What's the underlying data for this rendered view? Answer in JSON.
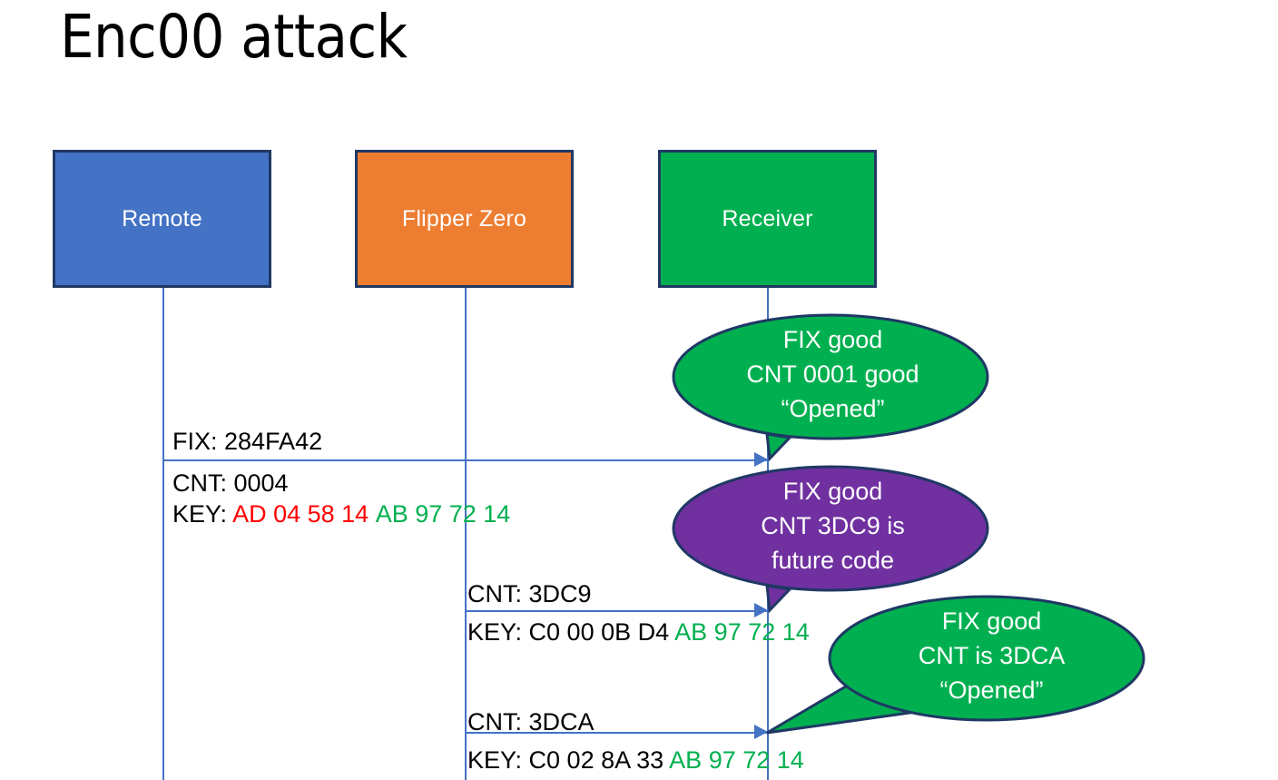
{
  "slide": {
    "title": "Enc00 attack",
    "background": "#ffffff"
  },
  "colors": {
    "remote_blue": "#4472C4",
    "flipper_orange": "#ED7D31",
    "receiver_green": "#00B050",
    "callout_purple": "#7030A0",
    "box_border": "#1F3864",
    "hex_red": "#FF0000",
    "hex_green": "#00B050",
    "lifeline": "#4472C4"
  },
  "actors": [
    {
      "id": "remote",
      "label": "Remote"
    },
    {
      "id": "flipper",
      "label": "Flipper Zero"
    },
    {
      "id": "receiver",
      "label": "Receiver"
    }
  ],
  "messages": [
    {
      "id": "msg1",
      "from": "remote",
      "to": "receiver",
      "fix_label": "FIX: 284FA42",
      "cnt_label": "CNT: 0004",
      "key_prefix": "KEY: ",
      "key_first": "AD 04 58 14",
      "key_second": "AB 97 72 14"
    },
    {
      "id": "msg2",
      "from": "flipper",
      "to": "receiver",
      "cnt_label": "CNT: 3DC9",
      "key_prefix": "KEY: C0 00 0B D4 ",
      "key_second": "AB 97 72 14"
    },
    {
      "id": "msg3",
      "from": "flipper",
      "to": "receiver",
      "cnt_label": "CNT: 3DCA",
      "key_prefix": "KEY: C0 02 8A 33 ",
      "key_second": "AB 97 72 14"
    }
  ],
  "callouts": [
    {
      "id": "callout1",
      "color": "#00B050",
      "lines": [
        "FIX good",
        "CNT 0001 good",
        "“Opened”"
      ]
    },
    {
      "id": "callout2",
      "color": "#7030A0",
      "lines": [
        "FIX good",
        "CNT 3DC9 is",
        "future code"
      ]
    },
    {
      "id": "callout3",
      "color": "#00B050",
      "lines": [
        "FIX good",
        "CNT is 3DCA",
        "“Opened”"
      ]
    }
  ]
}
